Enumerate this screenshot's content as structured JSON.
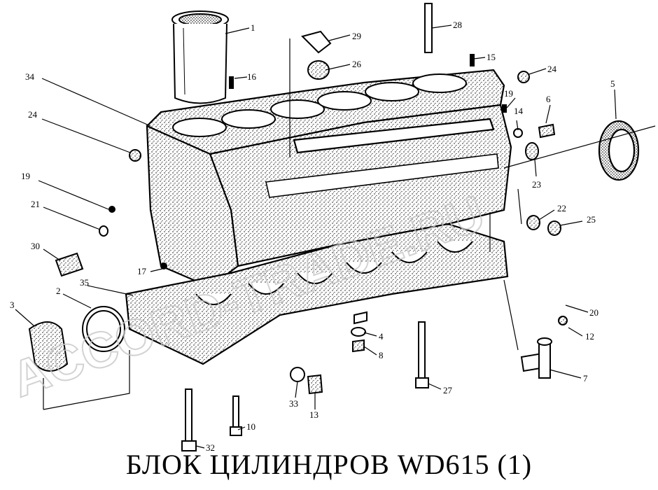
{
  "title": "БЛОК ЦИЛИНДРОВ   WD615 (1)",
  "watermark": "ACCORD-TRADE.RU",
  "callouts": [
    {
      "n": "1"
    },
    {
      "n": "16"
    },
    {
      "n": "29"
    },
    {
      "n": "28"
    },
    {
      "n": "26"
    },
    {
      "n": "15"
    },
    {
      "n": "24"
    },
    {
      "n": "5"
    },
    {
      "n": "34"
    },
    {
      "n": "19"
    },
    {
      "n": "14"
    },
    {
      "n": "6"
    },
    {
      "n": "24"
    },
    {
      "n": "23"
    },
    {
      "n": "19"
    },
    {
      "n": "21"
    },
    {
      "n": "22"
    },
    {
      "n": "25"
    },
    {
      "n": "30"
    },
    {
      "n": "17"
    },
    {
      "n": "2"
    },
    {
      "n": "35"
    },
    {
      "n": "3"
    },
    {
      "n": "20"
    },
    {
      "n": "12"
    },
    {
      "n": "4"
    },
    {
      "n": "8"
    },
    {
      "n": "7"
    },
    {
      "n": "27"
    },
    {
      "n": "33"
    },
    {
      "n": "13"
    },
    {
      "n": "10"
    },
    {
      "n": "32"
    }
  ]
}
